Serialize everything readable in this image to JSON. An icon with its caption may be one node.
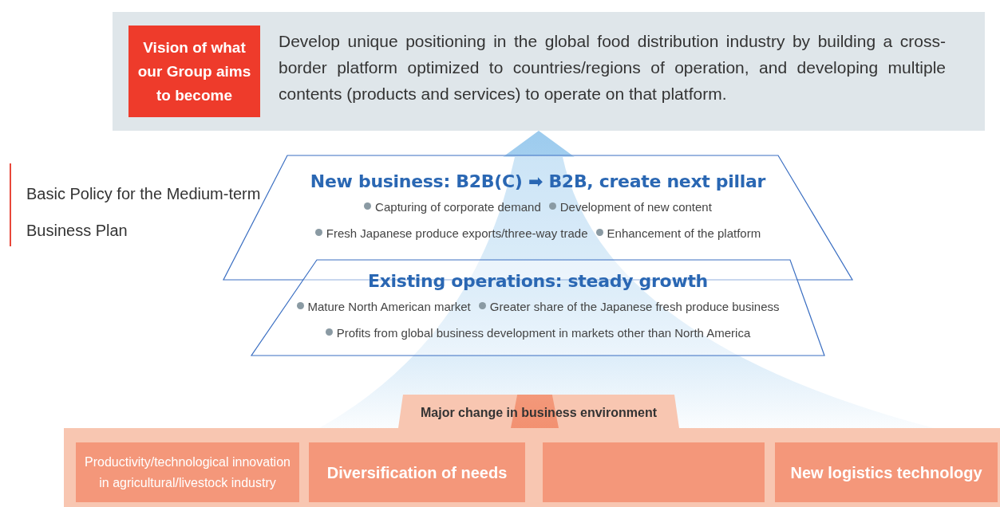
{
  "diagram": {
    "nodes": [
      {
        "text": [
          "Develop unique positioning in the global food distribution industry by building a cross-border platform optimized to countries/regions of operation, and developing multiple contents (products and services) to operate on that platform."
        ]
      },
      {
        "text": [
          "Vision of what our Group aims to become"
        ],
        "in": 0
      },
      {
        "text": [
          "New business: B2B(C) ➡ B2B, create next pillar",
          "Capturing of corporate demand",
          "Development of new content",
          "Fresh Japanese produce exports/three-way trade",
          "Enhancement of the platform"
        ]
      },
      {
        "text": [
          "Existing operations: steady growth",
          "Mature North American market",
          "Greater share of the Japanese fresh produce business",
          "Profits from global business development in markets other than North America"
        ]
      },
      {
        "text": [
          "Major change in business environment"
        ]
      },
      {
        "text": [
          "Productivity/technological innovation in agricultural/livestock industry"
        ],
        "in": 4
      },
      {
        "text": [
          "Diversification of needs"
        ],
        "in": 4
      },
      {
        "text": [],
        "shape": "box",
        "in": 4
      },
      {
        "text": [
          "New logistics technology"
        ],
        "in": 4
      }
    ],
    "edges": [
      {
        "from": 4,
        "to": 0,
        "arrow": "to",
        "style": "thick",
        "color": "#9ccbee"
      },
      {
        "from": 4,
        "to": 3,
        "arrow": "to",
        "style": "thick",
        "color": "#f07a55"
      }
    ],
    "labels": [
      "Basic Policy for the Medium-term Business Plan"
    ]
  }
}
